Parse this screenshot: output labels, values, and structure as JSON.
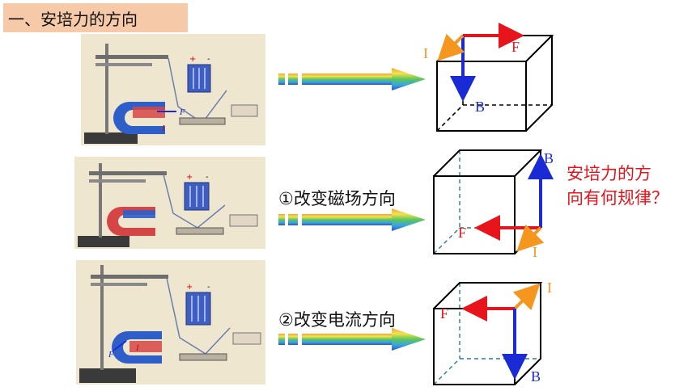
{
  "heading": "一、安培力的方向",
  "rows": [
    {
      "caption": "",
      "labels": {
        "F": "F",
        "I": "I",
        "B": "B"
      }
    },
    {
      "caption": "①改变磁场方向",
      "labels": {
        "F": "F",
        "I": "I",
        "B": "B"
      }
    },
    {
      "caption": "②改变电流方向",
      "labels": {
        "F": "F",
        "I": "I",
        "B": "B"
      }
    }
  ],
  "question_lines": [
    "安培力的方",
    "向有何规律？"
  ],
  "photo_labels": {
    "plus": "+",
    "minus": "-",
    "force": "F",
    "current": "I"
  },
  "colors": {
    "force": "#e8141b",
    "current": "#f5961e",
    "field": "#1a2bd6",
    "heading_bg": "#f6c9a8",
    "dashed_edge": "#2a7f86"
  }
}
